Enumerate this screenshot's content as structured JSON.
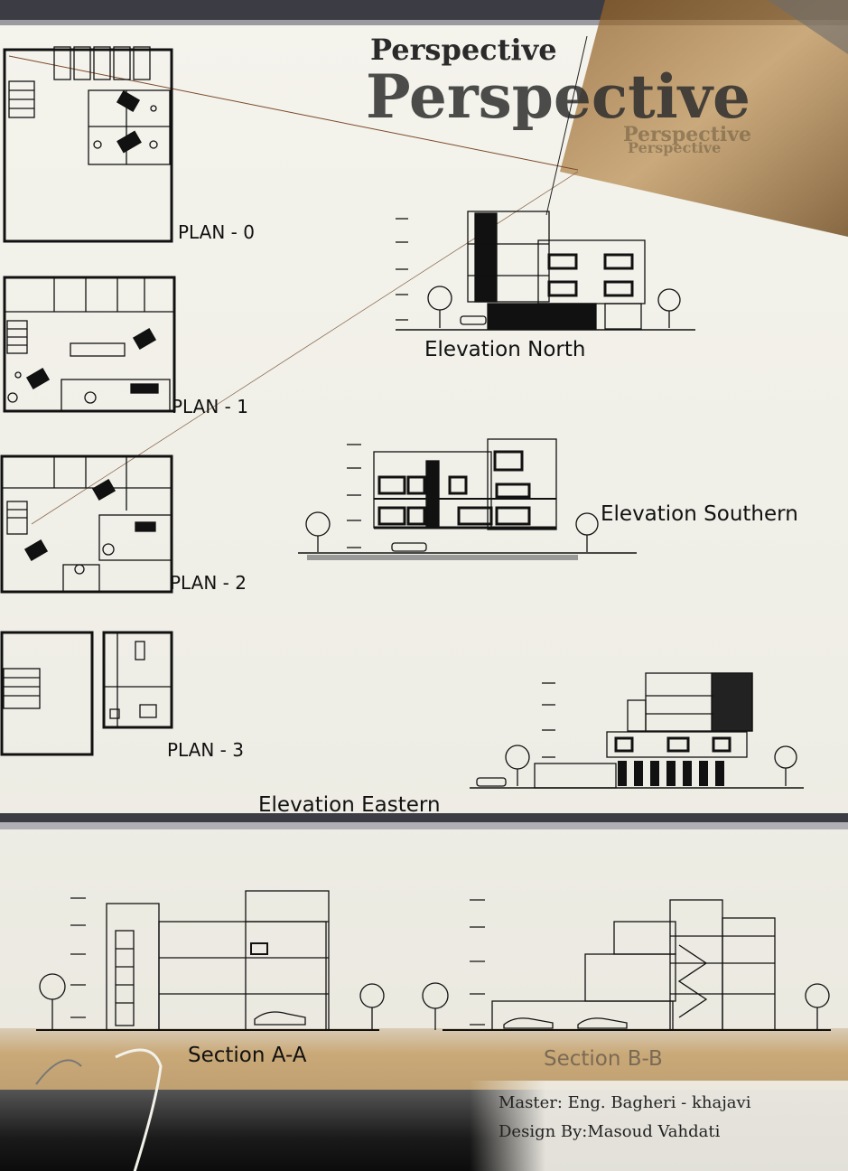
{
  "header": {
    "title_small": "Perspective",
    "title_big": "Perspective",
    "title_ghost_1": "Perspective",
    "title_ghost_2": "Perspective"
  },
  "plans": {
    "plan0": "PLAN - 0",
    "plan1": "PLAN - 1",
    "plan2": "PLAN - 2",
    "plan3": "PLAN - 3"
  },
  "elevations": {
    "north": "Elevation North",
    "southern": "Elevation Southern",
    "eastern": "Elevation Eastern"
  },
  "sections": {
    "a": "Section A-A",
    "b": "Section B-B"
  },
  "credits": {
    "master": "Master: Eng. Bagheri - khajavi",
    "design": "Design By:Masoud Vahdati"
  },
  "colors": {
    "bar_dark": "#3c3c44",
    "brown_accent": "#a67a3e",
    "paper": "#f2f1ea"
  }
}
